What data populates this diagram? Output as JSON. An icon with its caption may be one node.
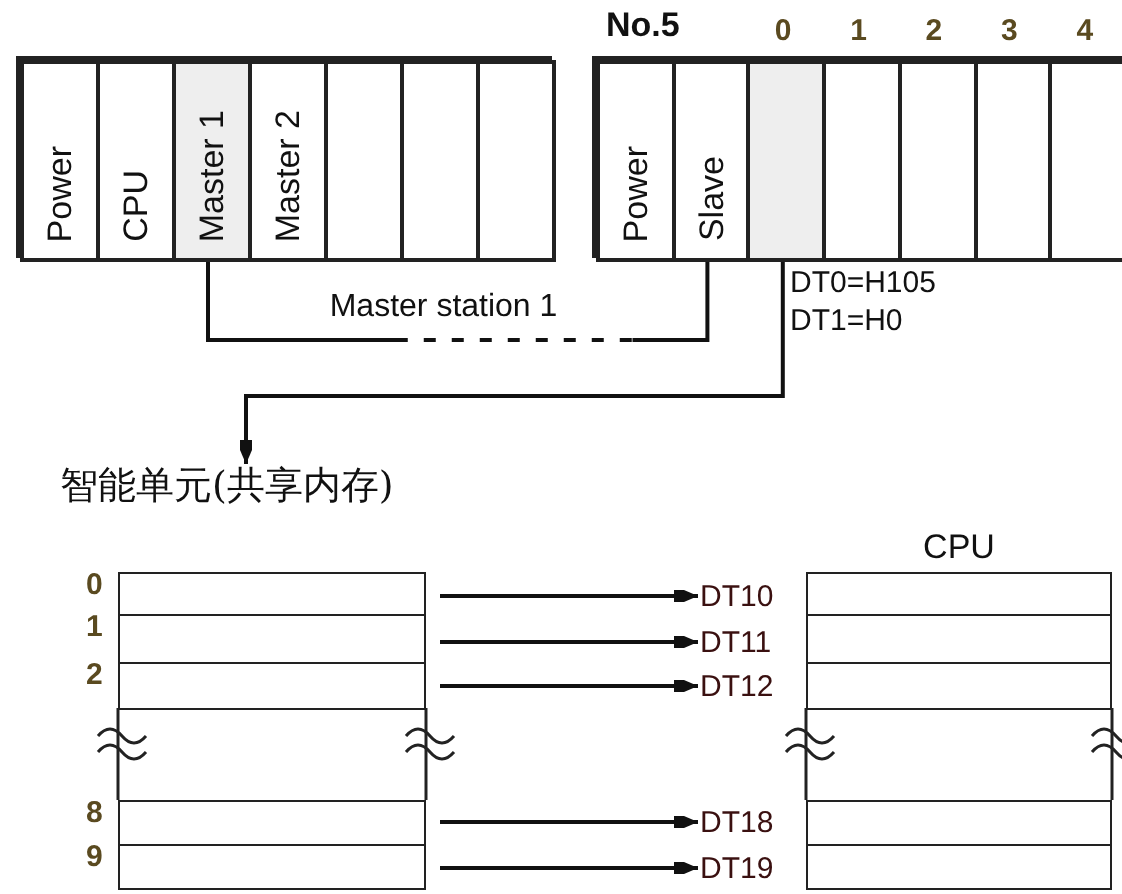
{
  "diagram": {
    "nodes": [
      {
        "text": [],
        "shape": "box"
      },
      {
        "text": [
          "Power"
        ],
        "in": 0
      },
      {
        "text": [
          "CPU"
        ],
        "in": 0
      },
      {
        "text": [
          "Master 1"
        ],
        "in": 0
      },
      {
        "text": [
          "Master 2"
        ],
        "in": 0
      },
      {
        "text": [],
        "shape": "box",
        "in": 0
      },
      {
        "text": [],
        "shape": "box",
        "in": 0
      },
      {
        "text": [],
        "shape": "box",
        "in": 0
      },
      {
        "text": [],
        "shape": "box"
      },
      {
        "text": [
          "Power"
        ],
        "in": 8
      },
      {
        "text": [
          "Slave"
        ],
        "in": 8
      },
      {
        "text": [],
        "shape": "box",
        "in": 8,
        "beside": [
          "0"
        ]
      },
      {
        "text": [],
        "shape": "box",
        "in": 8,
        "beside": [
          "1"
        ]
      },
      {
        "text": [],
        "shape": "box",
        "in": 8,
        "beside": [
          "2"
        ]
      },
      {
        "text": [],
        "shape": "box",
        "in": 8,
        "beside": [
          "3"
        ]
      },
      {
        "text": [],
        "shape": "box",
        "in": 8,
        "beside": [
          "4"
        ]
      },
      {
        "text": [
          "智能单元(共享内存)"
        ]
      },
      {
        "text": [],
        "shape": "box",
        "in": 16,
        "beside": [
          "0"
        ]
      },
      {
        "text": [],
        "shape": "box",
        "in": 16,
        "beside": [
          "1"
        ]
      },
      {
        "text": [],
        "shape": "box",
        "in": 16,
        "beside": [
          "2"
        ]
      },
      {
        "text": [],
        "shape": "box",
        "in": 16,
        "beside": [
          "8"
        ]
      },
      {
        "text": [],
        "shape": "box",
        "in": 16,
        "beside": [
          "9"
        ]
      },
      {
        "text": [
          "CPU"
        ]
      },
      {
        "text": [],
        "shape": "box",
        "in": 22
      },
      {
        "text": [],
        "shape": "box",
        "in": 22
      },
      {
        "text": [],
        "shape": "box",
        "in": 22
      },
      {
        "text": [],
        "shape": "box",
        "in": 22
      },
      {
        "text": [],
        "shape": "box",
        "in": 22
      },
      {
        "text": [
          "DT10"
        ]
      },
      {
        "text": [
          "DT11"
        ]
      },
      {
        "text": [
          "DT12"
        ]
      },
      {
        "text": [
          "DT18"
        ]
      },
      {
        "text": [
          "DT19"
        ]
      }
    ],
    "edges": [
      {
        "from": 3,
        "to": 10,
        "arrow": "none",
        "label": "Master station 1",
        "style": "dashed"
      },
      {
        "from": 11,
        "to": 16,
        "arrow": "to"
      },
      {
        "from": 17,
        "to": 28,
        "arrow": "to"
      },
      {
        "from": 18,
        "to": 29,
        "arrow": "to"
      },
      {
        "from": 19,
        "to": 30,
        "arrow": "to"
      },
      {
        "from": 20,
        "to": 31,
        "arrow": "to"
      },
      {
        "from": 21,
        "to": 32,
        "arrow": "to"
      }
    ],
    "labels": [
      "No.5",
      "DT0=H105",
      "DT1=H0"
    ]
  }
}
